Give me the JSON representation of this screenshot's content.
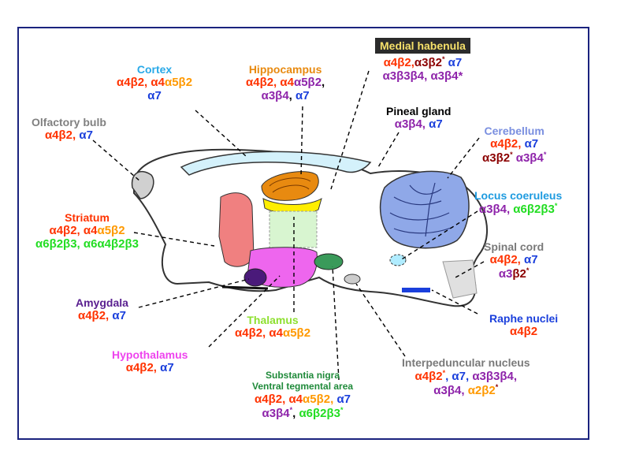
{
  "colors": {
    "frame": "#1a237e",
    "cortex": "#29a9e8",
    "hippocampus": "#e88a10",
    "habenula_bg": "#2b2b2b",
    "habenula_text": "#f5e06a",
    "olfactory": "#808080",
    "cerebellum": "#8fa8e8",
    "locus": "#1e9be0",
    "spinal": "#7a7a7a",
    "raphe": "#1a3fdc",
    "striatum": "#ff3300",
    "amygdala": "#5a2090",
    "thalamus": "#8ee030",
    "hypothalamus": "#ee44ee",
    "snvta": "#1f8a3a",
    "ipn": "#7a7a7a"
  },
  "regions": {
    "cortex": {
      "title": "Cortex",
      "l1a": "α4β2, ",
      "l1b": "α4",
      "l1c": "α5β2",
      "l2": "α7"
    },
    "hippocampus": {
      "title": "Hippocampus",
      "l1a": "α4β2, ",
      "l1b": "α4",
      "l1c": "α5β2",
      "l1d": ",",
      "l2a": "α3β4",
      "l2b": ", ",
      "l2c": "α7"
    },
    "habenula": {
      "title": "Medial habenula",
      "l1a": "α4β2,",
      "l1b": "α3β2",
      "star": "*",
      "l1c": " α7",
      "l2": "α3β3β4, α3β4*"
    },
    "olfactory": {
      "title": "Olfactory bulb",
      "l1a": "α4β2, ",
      "l1b": "α7"
    },
    "pineal": {
      "title": "Pineal gland",
      "l1a": "α3β4, ",
      "l1b": "α7"
    },
    "cerebellum": {
      "title": "Cerebellum",
      "l1a": "α4β2, ",
      "l1b": "α7",
      "l2a": "α3β2",
      "star1": "*",
      "l2b": " α3β4",
      "star2": "*"
    },
    "locus": {
      "title": "Locus coeruleus",
      "l1a": "α3β4, ",
      "l1b": "α6β2β3",
      "star": "*"
    },
    "spinal": {
      "title": "Spinal cord",
      "l1a": "α4β2, ",
      "l1b": "α7",
      "l2a": "α3",
      "l2b": "β2",
      "star": "*"
    },
    "striatum": {
      "title": "Striatum",
      "l1a": "α4β2, ",
      "l1b": "α4",
      "l1c": "α5β2",
      "l2": "α6β2β3, α6α4β2β3"
    },
    "raphe": {
      "title": "Raphe nuclei",
      "l1": "α4β2"
    },
    "amygdala": {
      "title": "Amygdala",
      "l1a": "α4β2, ",
      "l1b": "α7"
    },
    "thalamus": {
      "title": "Thalamus",
      "l1a": "α4β2, ",
      "l1b": "α4",
      "l1c": "α5β2"
    },
    "hypothalamus": {
      "title": "Hypothalamus",
      "l1a": "α4β2, ",
      "l1b": "α7"
    },
    "snvta": {
      "title1": "Substantia nigra",
      "title2": "Ventral tegmental area",
      "l1a": "α4β2, ",
      "l1b": "α4",
      "l1c": "α5β2, ",
      "l1d": "α7",
      "l2a": "α3β4",
      "star1": "*",
      "l2b": ", ",
      "l2c": "α6β2β3",
      "star2": "*"
    },
    "ipn": {
      "title": "Interpeduncular nucleus",
      "l1a": "α4β2",
      "star1": "*",
      "l1b": ", α7, ",
      "l1c": "α3β3β4,",
      "l2a": "α3β4, ",
      "l2b": "α2β2",
      "star2": "*"
    }
  }
}
